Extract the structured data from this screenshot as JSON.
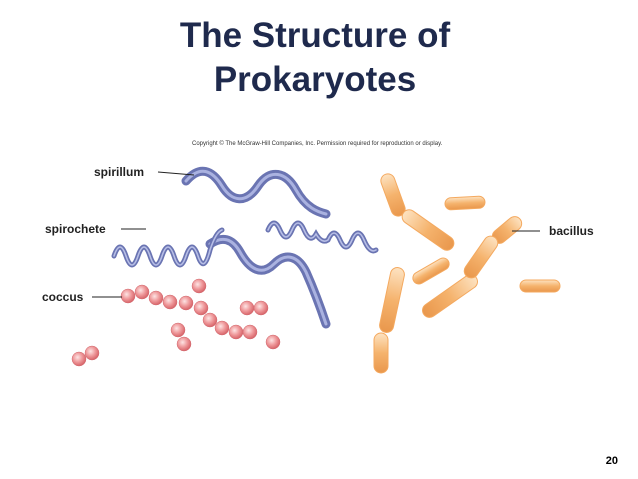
{
  "slide": {
    "title_line1": "The Structure of",
    "title_line2": "Prokaryotes",
    "copyright": "Copyright © The McGraw-Hill Companies, Inc. Permission required for reproduction or display.",
    "page_number": "20"
  },
  "labels": {
    "spirillum": "spirillum",
    "spirochete": "spirochete",
    "coccus": "coccus",
    "bacillus": "bacillus"
  },
  "colors": {
    "title": "#1f2a4d",
    "spiral": "#7f89c4",
    "coccus": "#ec8f92",
    "bacillus": "#f3b574"
  }
}
